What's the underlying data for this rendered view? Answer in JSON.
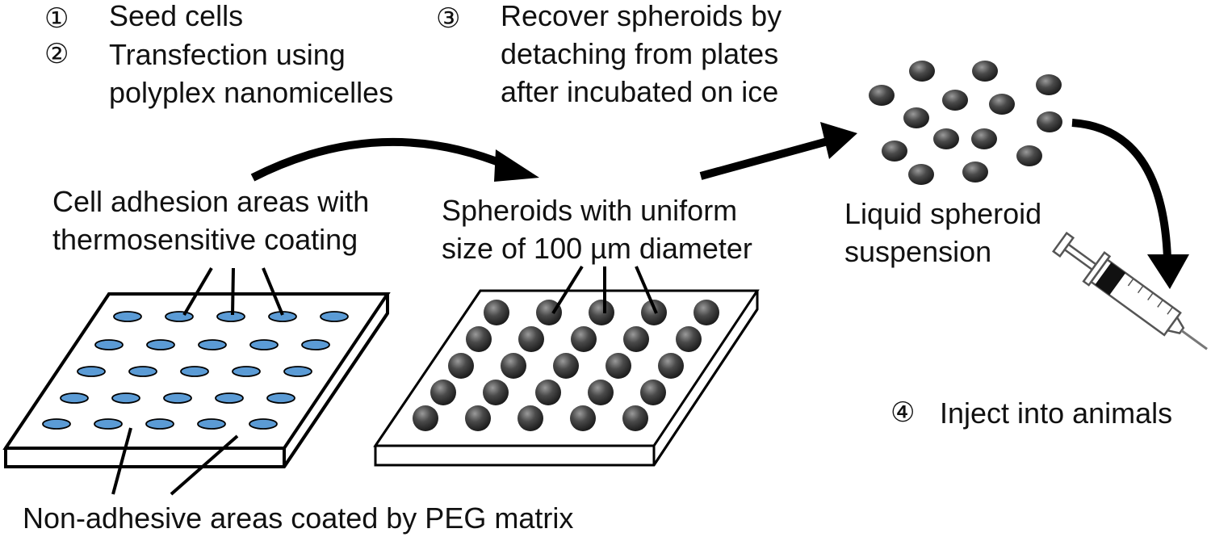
{
  "steps": {
    "s1": {
      "marker": "①",
      "text": "Seed cells"
    },
    "s2": {
      "marker": "②",
      "lines": [
        "Transfection using",
        "polyplex nanomicelles"
      ]
    },
    "s3": {
      "marker": "③",
      "lines": [
        "Recover spheroids by",
        "detaching from plates",
        "after incubated on ice"
      ]
    },
    "s4": {
      "marker": "④",
      "text": "Inject into animals"
    }
  },
  "labels": {
    "adhesion": [
      "Cell adhesion areas with",
      "thermosensitive coating"
    ],
    "spheroids": [
      "Spheroids with uniform",
      "size of 100 µm diameter"
    ],
    "suspension": [
      "Liquid spheroid",
      "suspension"
    ],
    "non_adhesive": "Non-adhesive areas coated by PEG matrix"
  },
  "colors": {
    "spot_fill": "#5b9bd5",
    "spheroid_dark": "#222222",
    "spheroid_light": "#9a9a9a",
    "line": "#000000"
  },
  "icons": {
    "syringe": "syringe-icon"
  }
}
